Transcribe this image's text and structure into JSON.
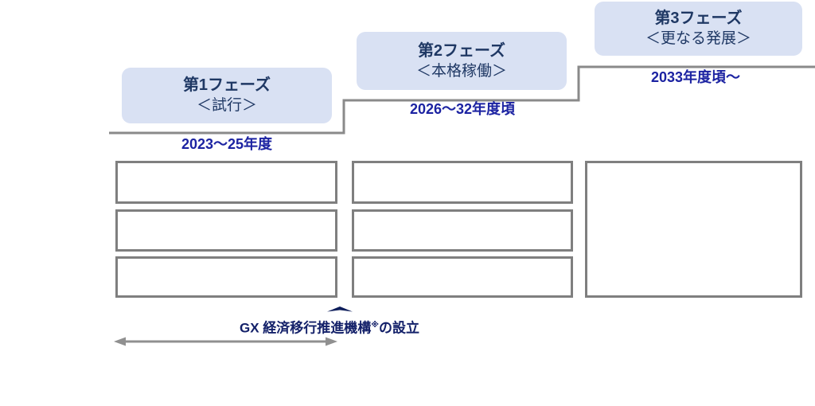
{
  "colors": {
    "phase_box_fill": "#D9E1F3",
    "phase_text": "#1F3864",
    "period_text": "#1C23A2",
    "annotation_text": "#132069",
    "step_line": "#8A8A8A",
    "box_border": "#7F7F7F",
    "arrow_gray": "#909090",
    "caret_navy": "#0E1E5B"
  },
  "phases": [
    {
      "title": "第1フェーズ",
      "subtitle": "＜試行＞",
      "period": "2023～25年度"
    },
    {
      "title": "第2フェーズ",
      "subtitle": "＜本格稼働＞",
      "period": "2026～32年度頃"
    },
    {
      "title": "第3フェーズ",
      "subtitle": "＜更なる発展＞",
      "period": "2033年度頃～"
    }
  ],
  "annotation": {
    "prefix": "GX 経済移行推進機構",
    "marker": "※",
    "suffix": "の設立"
  }
}
